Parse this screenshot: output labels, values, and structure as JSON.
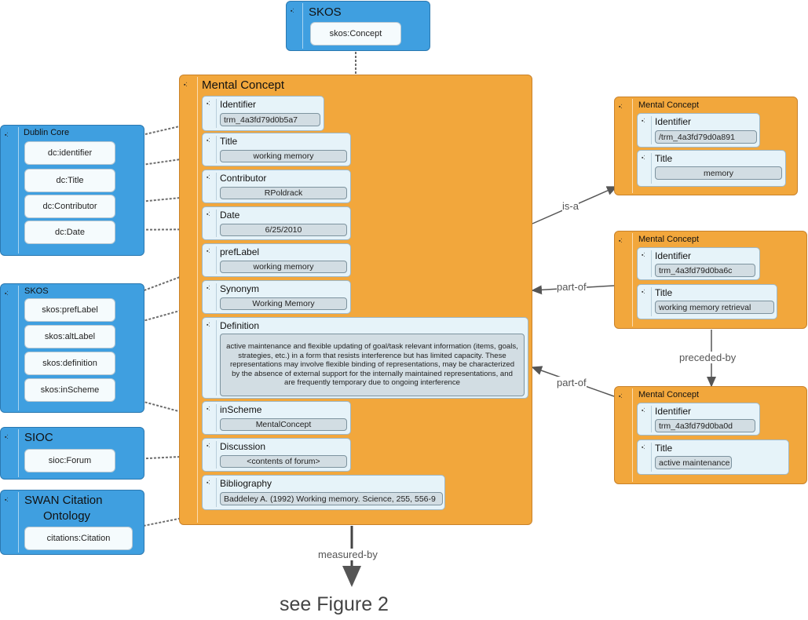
{
  "skos_top": {
    "title": "SKOS",
    "item": "skos:Concept"
  },
  "main": {
    "title": "Mental Concept",
    "fields": {
      "identifier": {
        "label": "Identifier",
        "value": "trm_4a3fd79d0b5a7"
      },
      "title": {
        "label": "Title",
        "value": "working memory"
      },
      "contributor": {
        "label": "Contributor",
        "value": "RPoldrack"
      },
      "date": {
        "label": "Date",
        "value": "6/25/2010"
      },
      "preflabel": {
        "label": "prefLabel",
        "value": "working memory"
      },
      "synonym": {
        "label": "Synonym",
        "value": "Working Memory"
      },
      "definition": {
        "label": "Definition",
        "value": "active maintenance and flexible updating of goal/task relevant information (items, goals, strategies, etc.) in a form that resists interference but has limited capacity. These representations may involve flexible binding of representations, may be characterized by the absence of external support for the internally maintained representations, and are frequently temporary due to ongoing interference"
      },
      "inscheme": {
        "label": "inScheme",
        "value": "MentalConcept"
      },
      "discussion": {
        "label": "Discussion",
        "value": "<contents of forum>"
      },
      "bibliography": {
        "label": "Bibliography",
        "value": "Baddeley A. (1992) Working memory. Science, 255, 556-9"
      }
    }
  },
  "dublin_core": {
    "title": "Dublin  Core",
    "items": [
      "dc:identifier",
      "dc:Title",
      "dc:Contributor",
      "dc:Date"
    ]
  },
  "skos_left": {
    "title": "SKOS",
    "items": [
      "skos:prefLabel",
      "skos:altLabel",
      "skos:definition",
      "skos:inScheme"
    ]
  },
  "sioc": {
    "title": "SIOC",
    "item": "sioc:Forum"
  },
  "swan": {
    "title_line1": "SWAN  Citation",
    "title_line2": "Ontology",
    "item": "citations:Citation"
  },
  "right1": {
    "title": "Mental  Concept",
    "identifier_label": "Identifier",
    "identifier_value": "/trm_4a3fd79d0a891",
    "title_label": "Title",
    "title_value": "memory"
  },
  "right2": {
    "title": "Mental  Concept",
    "identifier_label": "Identifier",
    "identifier_value": "trm_4a3fd79d0ba6c",
    "title_label": "Title",
    "title_value": "working  memory  retrieval"
  },
  "right3": {
    "title": "Mental  Concept",
    "identifier_label": "Identifier",
    "identifier_value": "trm_4a3fd79d0ba0d",
    "title_label": "Title",
    "title_value": "active  maintenance"
  },
  "edges": {
    "is_a": "is-a",
    "part_of_1": "part-of",
    "part_of_2": "part-of",
    "preceded_by": "preceded-by",
    "measured_by": "measured-by"
  },
  "footer": "see Figure 2",
  "colors": {
    "blue": "#3f9fe0",
    "orange": "#f2a73c",
    "card": "#e6f3f9",
    "field": "#d2dde3"
  }
}
